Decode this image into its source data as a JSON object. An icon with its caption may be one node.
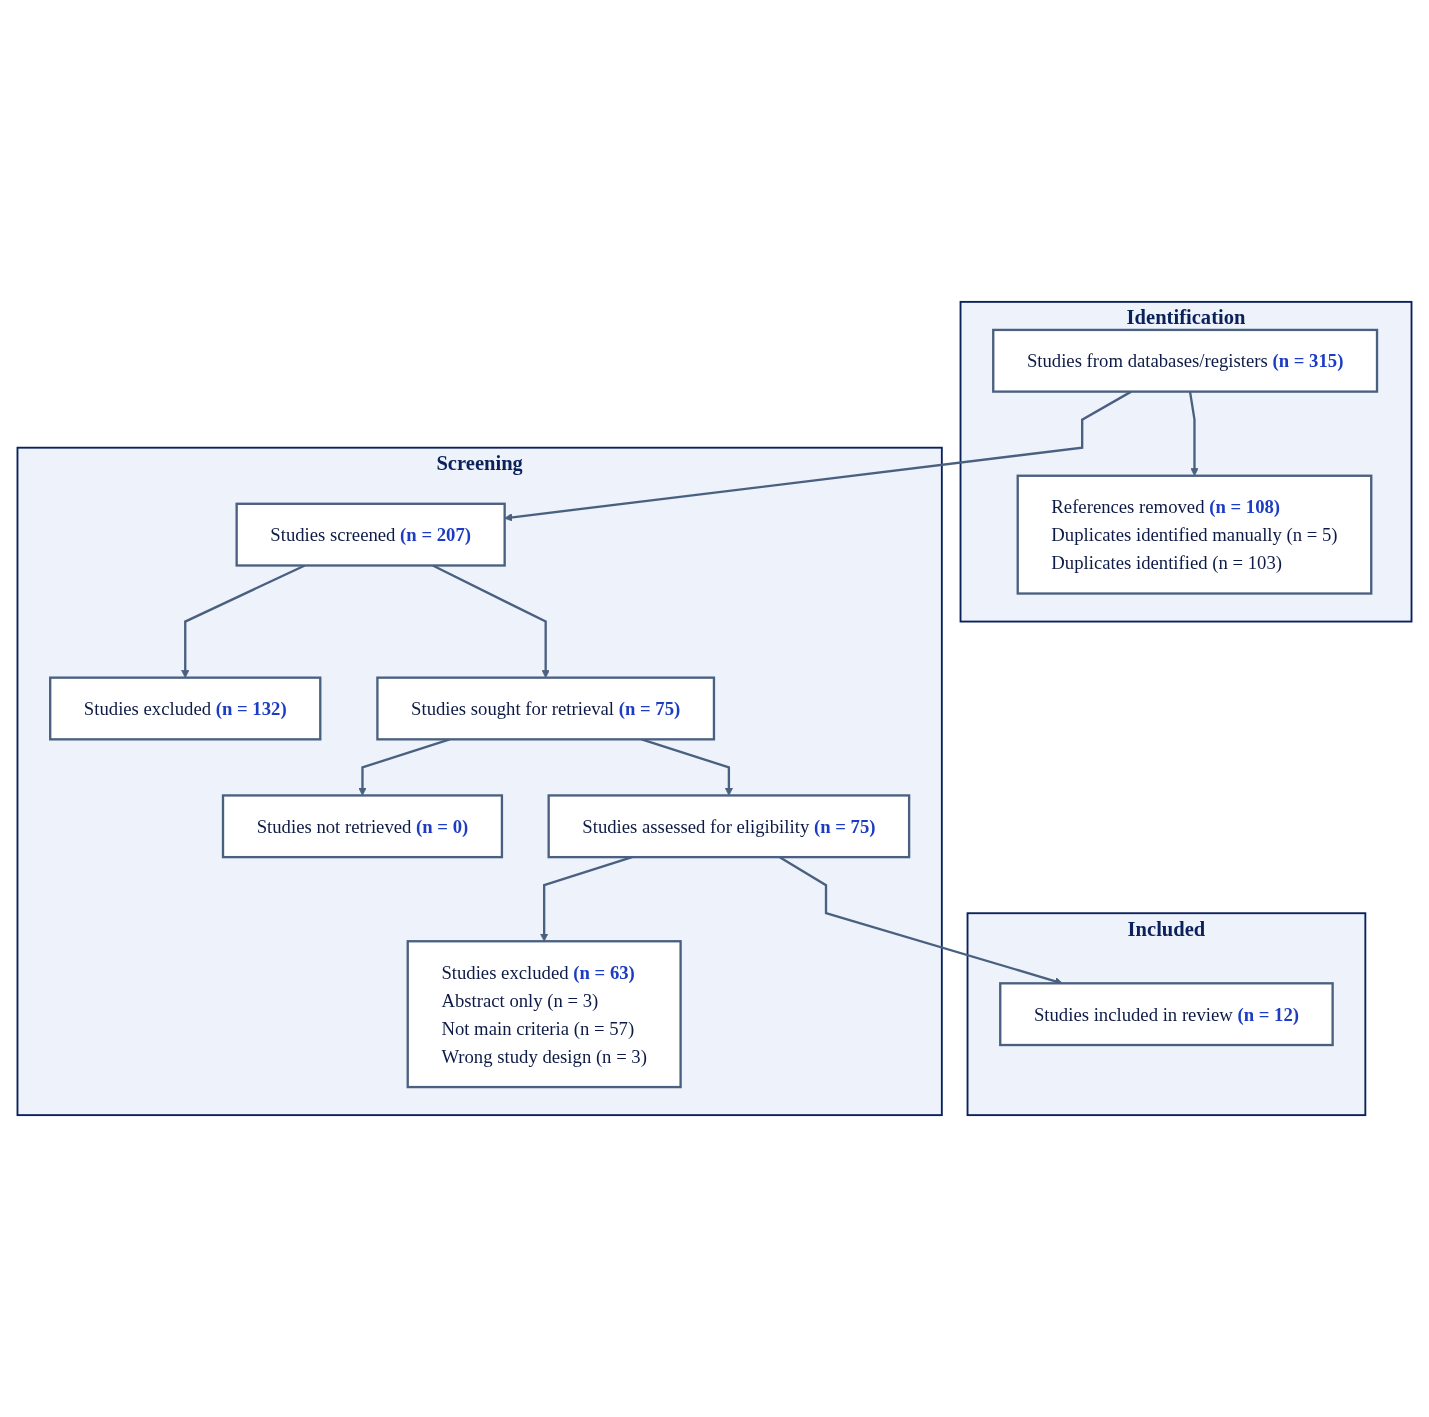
{
  "diagram": {
    "nodes": [
      {
        "text": [
          "Identification"
        ]
      },
      {
        "text": [
          "Studies from databases/registers **(n = 315)**"
        ],
        "in": 0
      },
      {
        "text": [
          "References removed **(n = 108)**",
          "Duplicates identified manually (n = 5)",
          "Duplicates identified (n = 103)"
        ],
        "in": 0
      },
      {
        "text": [
          "Screening"
        ]
      },
      {
        "text": [
          "Studies screened **(n = 207)**"
        ],
        "in": 3
      },
      {
        "text": [
          "Studies excluded **(n = 132)**"
        ],
        "in": 3
      },
      {
        "text": [
          "Studies sought for retrieval **(n = 75)**"
        ],
        "in": 3
      },
      {
        "text": [
          "Studies not retrieved **(n = 0)**"
        ],
        "in": 3
      },
      {
        "text": [
          "Studies assessed for eligibility **(n = 75)**"
        ],
        "in": 3
      },
      {
        "text": [
          "Studies excluded **(n = 63)**",
          "Abstract only (n = 3)",
          "Not main criteria (n = 57)",
          "Wrong study design (n = 3)"
        ],
        "in": 3
      },
      {
        "text": [
          "Included"
        ]
      },
      {
        "text": [
          "Studies included in review **(n = 12)**"
        ],
        "in": 10
      }
    ],
    "edges": [
      {
        "from": 1,
        "to": 2,
        "arrow": "to"
      },
      {
        "from": 1,
        "to": 4,
        "arrow": "to"
      },
      {
        "from": 4,
        "to": 5,
        "arrow": "to"
      },
      {
        "from": 4,
        "to": 6,
        "arrow": "to"
      },
      {
        "from": 6,
        "to": 7,
        "arrow": "to"
      },
      {
        "from": 6,
        "to": 8,
        "arrow": "to"
      },
      {
        "from": 8,
        "to": 9,
        "arrow": "to"
      },
      {
        "from": 8,
        "to": 11,
        "arrow": "to"
      }
    ]
  }
}
